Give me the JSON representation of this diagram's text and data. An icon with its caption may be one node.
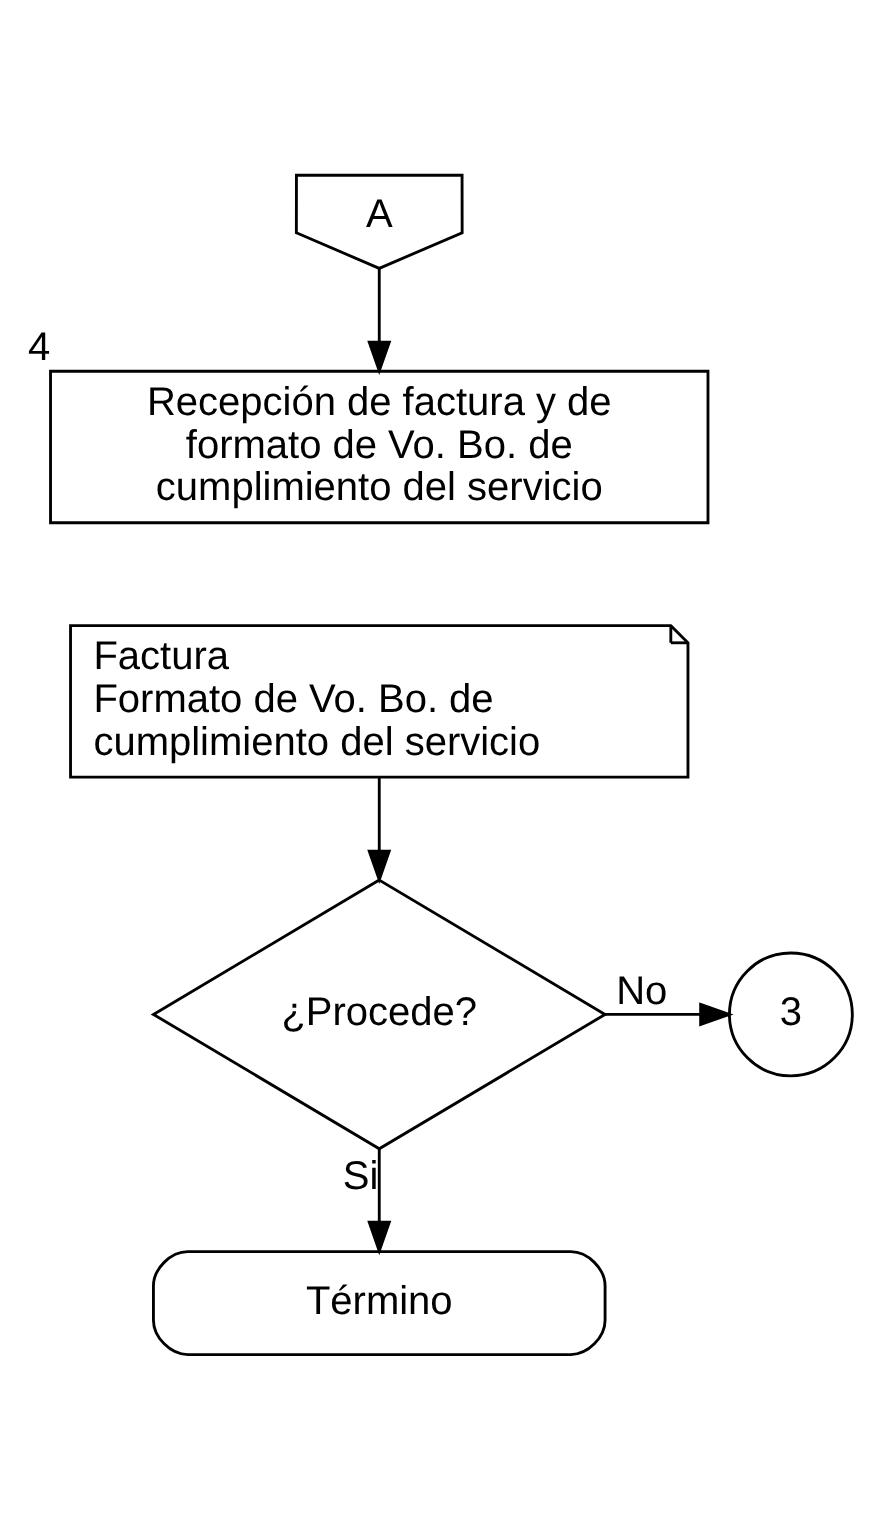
{
  "diagram": {
    "nodes": [
      {
        "text": [
          "A"
        ]
      },
      {
        "text": [
          "Recepción de factura y de formato de Vo. Bo. de cumplimiento del servicio"
        ],
        "beside": [
          "4"
        ]
      },
      {
        "text": [
          "Factura",
          "Formato de Vo. Bo. de cumplimiento del servicio"
        ]
      },
      {
        "text": [
          "¿Procede?"
        ]
      },
      {
        "text": [
          "3"
        ]
      },
      {
        "text": [
          "Término"
        ]
      }
    ],
    "edges": [
      {
        "from": 0,
        "to": 1,
        "arrow": "to"
      },
      {
        "from": 2,
        "to": 3,
        "arrow": "to"
      },
      {
        "from": 3,
        "to": 4,
        "arrow": "to",
        "label": "No"
      },
      {
        "from": 3,
        "to": 5,
        "arrow": "to",
        "label": "Si"
      }
    ]
  }
}
